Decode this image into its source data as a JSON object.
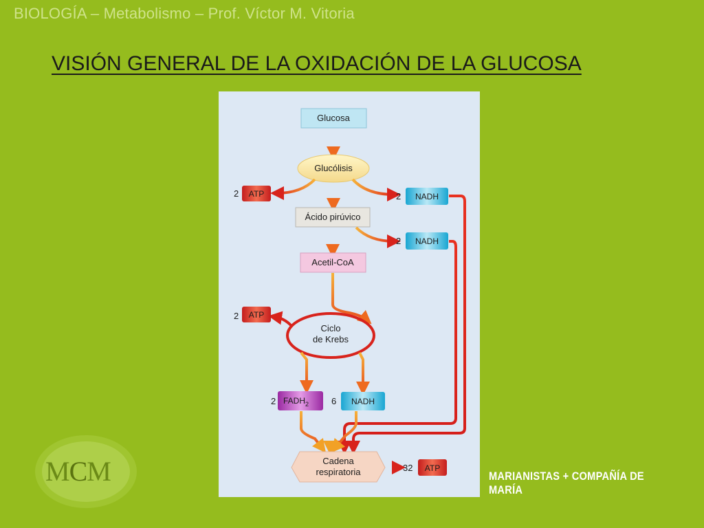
{
  "header": {
    "course_line": "BIOLOGÍA – Metabolismo – Prof. Víctor M. Vitoria"
  },
  "title": "VISIÓN GENERAL DE LA OXIDACIÓN DE LA GLUCOSA",
  "diagram": {
    "glucose": "Glucosa",
    "glycolysis": "Glucólisis",
    "pyruvic": "Ácido pirúvico",
    "acetyl": "Acetil-CoA",
    "krebs_line1": "Ciclo",
    "krebs_line2": "de Krebs",
    "chain_line1": "Cadena",
    "chain_line2": "respiratoria",
    "atp_label": "ATP",
    "nadh_label": "NADH",
    "fadh_label": "FADH",
    "fadh_sub": "2",
    "glycolysis_atp_count": "2",
    "glycolysis_nadh_count": "2",
    "pyruvate_nadh_count": "2",
    "krebs_atp_count": "2",
    "krebs_fadh_count": "2",
    "krebs_nadh_count": "6",
    "chain_atp_count": "32",
    "colors": {
      "atp": "#e8382a",
      "nadh": "#3fb8dc",
      "fadh": "#b04ab5",
      "arrow_orange": "#f29a1e",
      "arrow_red": "#d8231c"
    }
  },
  "logo": {
    "mcm_left": "M",
    "mcm_center": "C",
    "mcm_right": "M"
  },
  "brand": "MARIANISTAS + COMPAÑÍA DE MARÍA"
}
